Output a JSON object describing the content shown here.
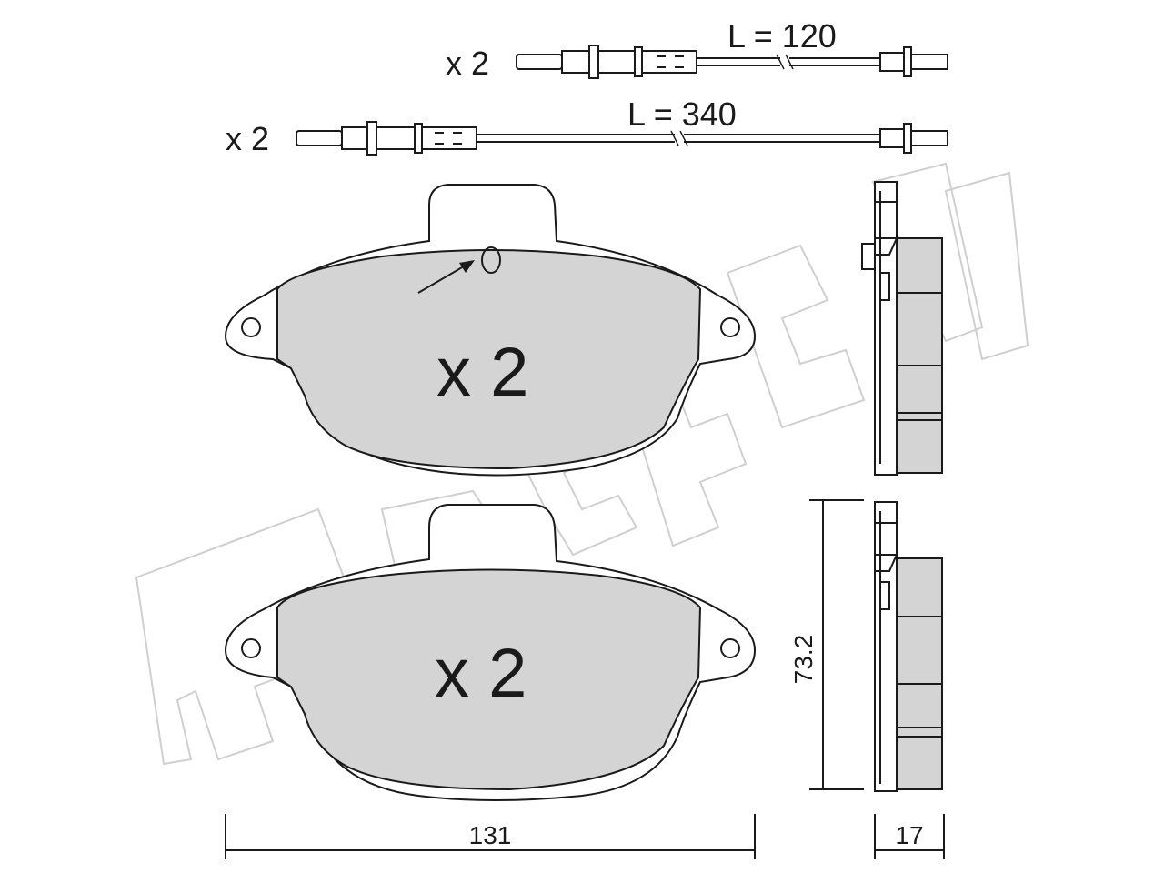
{
  "watermark": {
    "text": "metelli"
  },
  "sensors": [
    {
      "quantity": "x 2",
      "length": "L = 120"
    },
    {
      "quantity": "x 2",
      "length": "L = 340"
    }
  ],
  "pads": [
    {
      "quantity": "x 2"
    },
    {
      "quantity": "x 2"
    }
  ],
  "dimensions": {
    "width": "131",
    "height": "73.2",
    "thickness": "17"
  },
  "colors": {
    "friction_material": "#d4d4d4",
    "outline": "#1a1a1a",
    "watermark": "#cfcfcf"
  }
}
